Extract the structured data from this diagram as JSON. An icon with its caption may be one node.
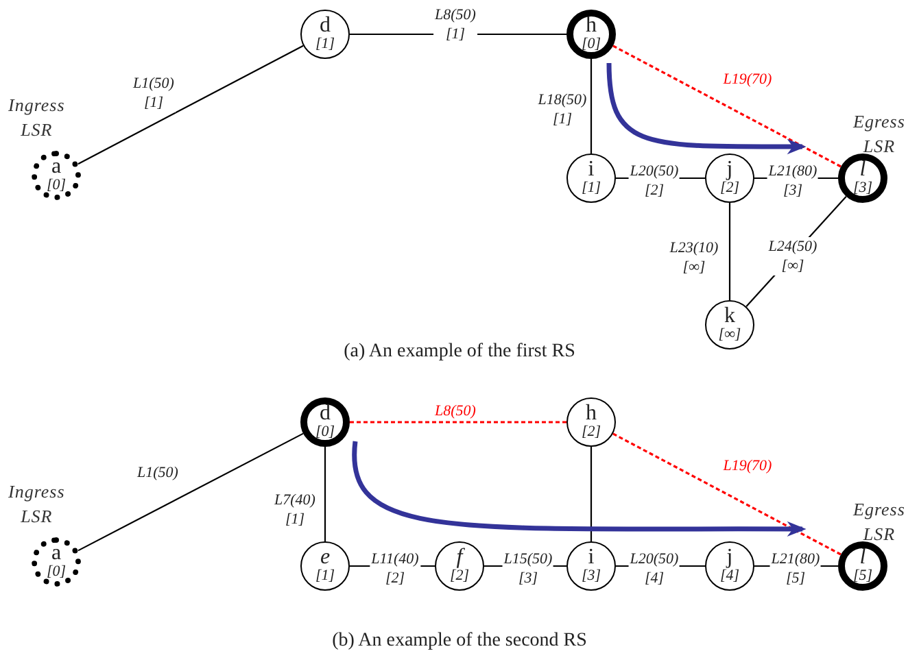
{
  "diagram": {
    "nodes": [
      {
        "text": [
          "a",
          "[0]"
        ],
        "beside": [
          "Ingress LSR"
        ]
      },
      {
        "text": [
          "d",
          "[1]"
        ]
      },
      {
        "text": [
          "h",
          "[0]"
        ]
      },
      {
        "text": [
          "i",
          "[1]"
        ]
      },
      {
        "text": [
          "j",
          "[2]"
        ]
      },
      {
        "text": [
          "l",
          "[3]"
        ],
        "beside": [
          "Egress LSR"
        ]
      },
      {
        "text": [
          "k",
          "[∞]"
        ]
      },
      {
        "text": [
          "a",
          "[0]"
        ],
        "beside": [
          "Ingress LSR"
        ]
      },
      {
        "text": [
          "d",
          "[0]"
        ]
      },
      {
        "text": [
          "h",
          "[2]"
        ]
      },
      {
        "text": [
          "e",
          "[1]"
        ]
      },
      {
        "text": [
          "f",
          "[2]"
        ]
      },
      {
        "text": [
          "i",
          "[3]"
        ]
      },
      {
        "text": [
          "j",
          "[4]"
        ]
      },
      {
        "text": [
          "l",
          "[5]"
        ],
        "beside": [
          "Egress LSR"
        ]
      }
    ],
    "edges": [
      {
        "from": 0,
        "to": 1,
        "arrow": "none",
        "label": "L1(50) [1]"
      },
      {
        "from": 1,
        "to": 2,
        "arrow": "none",
        "label": "L8(50) [1]"
      },
      {
        "from": 2,
        "to": 5,
        "arrow": "none",
        "label": "L19(70)",
        "style": "dashed",
        "color": "#ff0000"
      },
      {
        "from": 2,
        "to": 3,
        "arrow": "none",
        "label": "L18(50) [1]"
      },
      {
        "from": 3,
        "to": 4,
        "arrow": "none",
        "label": "L20(50) [2]"
      },
      {
        "from": 4,
        "to": 5,
        "arrow": "none",
        "label": "L21(80) [3]"
      },
      {
        "from": 4,
        "to": 6,
        "arrow": "none",
        "label": "L23(10) [∞]"
      },
      {
        "from": 6,
        "to": 5,
        "arrow": "none",
        "label": "L24(50) [∞]"
      },
      {
        "from": 2,
        "to": 5,
        "arrow": "to",
        "style": "thick",
        "color": "#333399"
      },
      {
        "from": 7,
        "to": 8,
        "arrow": "none",
        "label": "L1(50)"
      },
      {
        "from": 8,
        "to": 9,
        "arrow": "none",
        "label": "L8(50)",
        "style": "dashed",
        "color": "#ff0000"
      },
      {
        "from": 9,
        "to": 14,
        "arrow": "none",
        "label": "L19(70)",
        "style": "dashed",
        "color": "#ff0000"
      },
      {
        "from": 8,
        "to": 10,
        "arrow": "none",
        "label": "L7(40) [1]"
      },
      {
        "from": 10,
        "to": 11,
        "arrow": "none",
        "label": "L11(40) [2]"
      },
      {
        "from": 11,
        "to": 12,
        "arrow": "none",
        "label": "L15(50) [3]"
      },
      {
        "from": 12,
        "to": 13,
        "arrow": "none",
        "label": "L20(50) [4]"
      },
      {
        "from": 13,
        "to": 14,
        "arrow": "none",
        "label": "L21(80) [5]"
      },
      {
        "from": 9,
        "to": 12,
        "arrow": "none"
      },
      {
        "from": 8,
        "to": 14,
        "arrow": "to",
        "style": "thick",
        "color": "#333399"
      }
    ],
    "labels": [
      "(a) An example of the first RS",
      "(b) An example of the second RS"
    ]
  }
}
